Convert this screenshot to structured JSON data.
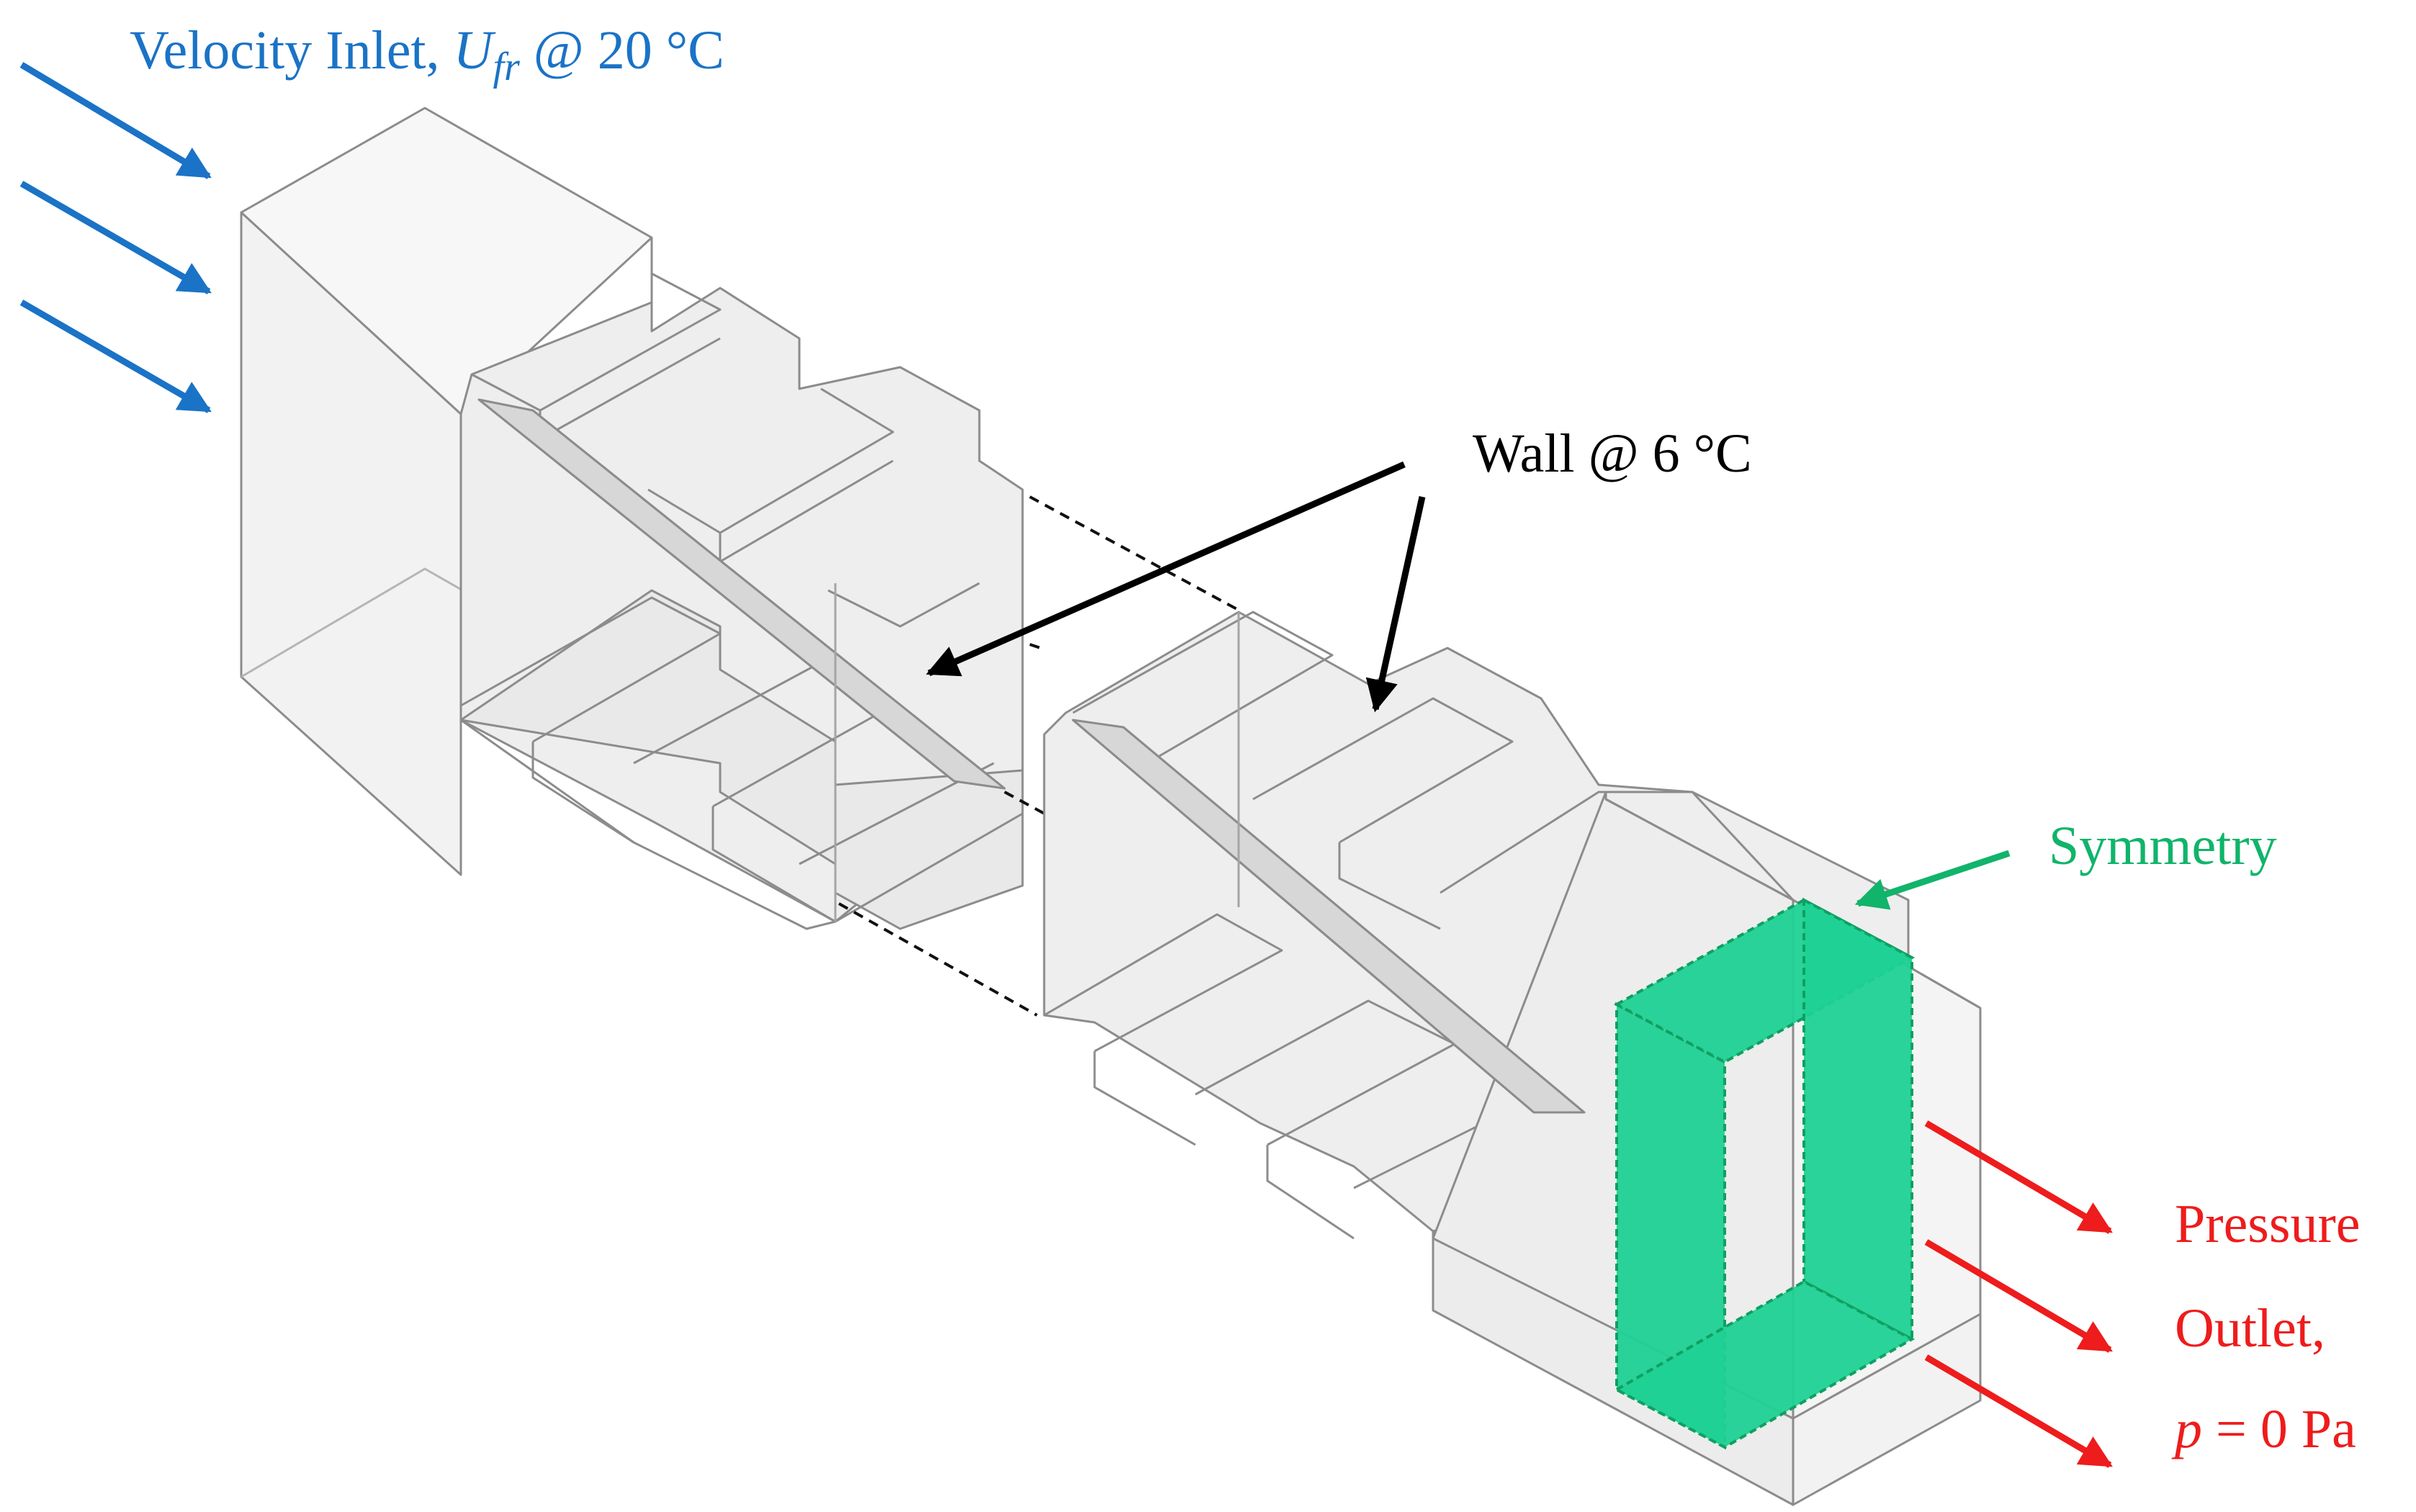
{
  "labels": {
    "inlet_text": "Velocity Inlet, ",
    "inlet_var": "U",
    "inlet_sub": "fr",
    "inlet_temp": " @ 20 °C",
    "wall": "Wall @ 6 °C",
    "symmetry": "Symmetry",
    "outlet_line1": "Pressure",
    "outlet_line2": "Outlet,",
    "outlet_var": "p",
    "outlet_value": " = 0 Pa"
  },
  "colors": {
    "inlet": "#1a73c6",
    "wall": "#000000",
    "symmetry": "#10b46a",
    "symmetry_fill": "#1fd194",
    "outlet": "#ee1c1c",
    "geometry_stroke": "#8c8c8c",
    "geometry_fill": "#efefef",
    "fin_fill": "#d7d7d7"
  }
}
